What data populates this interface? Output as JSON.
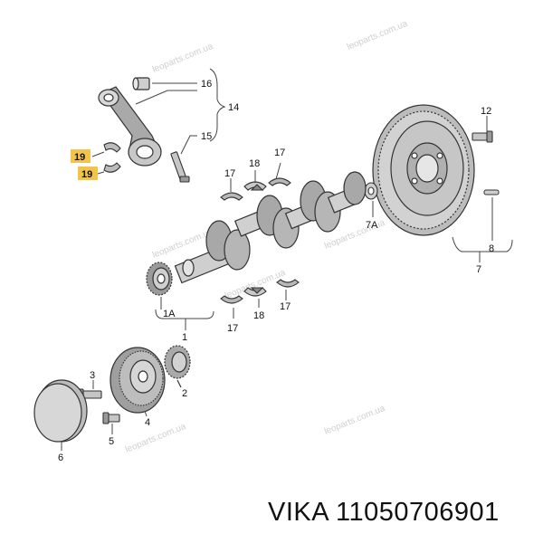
{
  "caption": "VIKA 11050706901",
  "watermark": "leoparts.com.ua",
  "highlight_color": "#f3c44a",
  "callouts": {
    "c16": "16",
    "c14": "14",
    "c15": "15",
    "c19a": "19",
    "c19b": "19",
    "c12": "12",
    "c17a": "17",
    "c18a": "18",
    "c17b": "17",
    "c7a": "7A",
    "c8": "8",
    "c7": "7",
    "c1a": "1A",
    "c18b": "18",
    "c17c": "17",
    "c17d": "17",
    "c1": "1",
    "c3": "3",
    "c2": "2",
    "c4": "4",
    "c5": "5",
    "c6": "6"
  }
}
